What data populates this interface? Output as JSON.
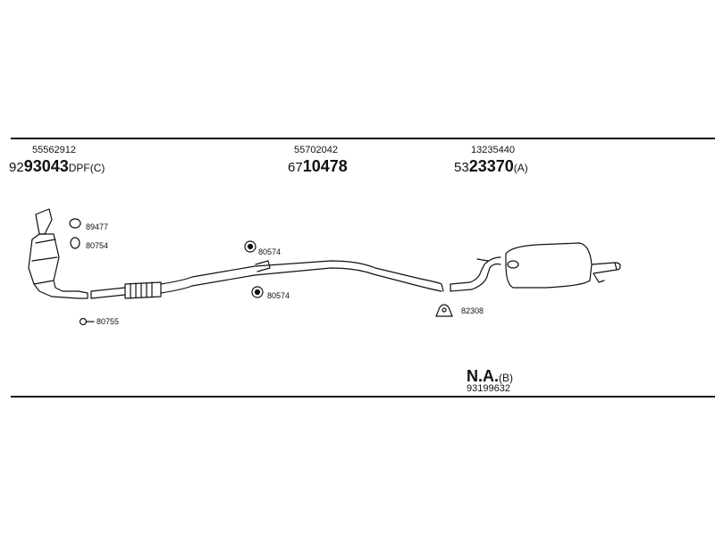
{
  "groups": [
    {
      "ref": "55562912",
      "code_prefix": "92",
      "code_main": "93043",
      "code_suffix": "DPF(C)"
    },
    {
      "ref": "55702042",
      "code_prefix": "67",
      "code_main": "10478",
      "code_suffix": ""
    },
    {
      "ref": "13235440",
      "code_prefix": "53",
      "code_main": "23370",
      "code_suffix": "(A)"
    }
  ],
  "parts": {
    "p89477": "89477",
    "p80754": "80754",
    "p80755": "80755",
    "p80574_top": "80574",
    "p80574_bottom": "80574",
    "p82308": "82308"
  },
  "na_block": {
    "main": "N.A.",
    "suffix": "(B)",
    "ref": "93199632"
  }
}
